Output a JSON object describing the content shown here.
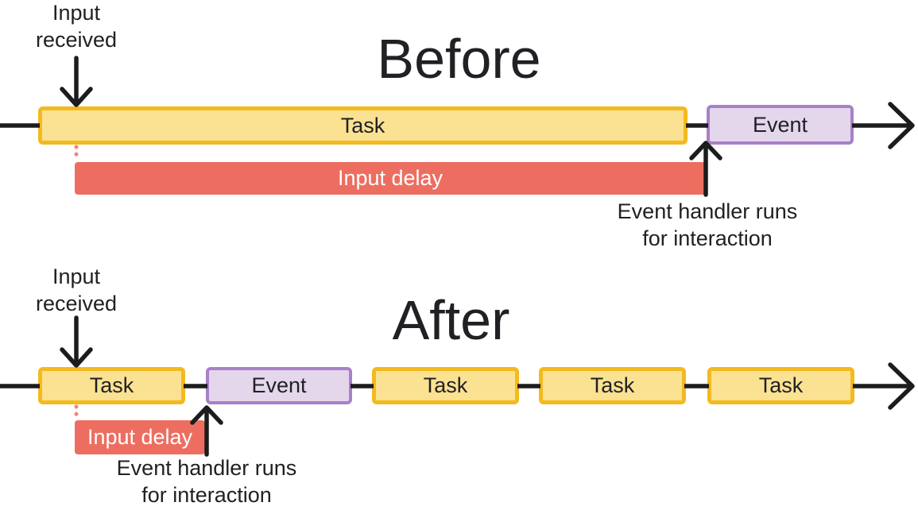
{
  "colors": {
    "background": "#FFFFFF",
    "task_fill": "#FBE192",
    "task_border": "#F3BA1F",
    "event_fill": "#E4D7EC",
    "event_border": "#A980C8",
    "input_delay_fill": "#ED6E61",
    "input_delay_dotted": "#F0857B",
    "line": "#1B1C1E",
    "text": "#202124",
    "input_delay_text": "#FFFFFF"
  },
  "before": {
    "title": "Before",
    "input_received_label": "Input received",
    "task_label": "Task",
    "event_label": "Event",
    "input_delay_label": "Input delay",
    "event_handler_label": "Event handler runs for interaction"
  },
  "after": {
    "title": "After",
    "input_received_label": "Input received",
    "boxes": [
      {
        "type": "task",
        "label": "Task"
      },
      {
        "type": "event",
        "label": "Event"
      },
      {
        "type": "task",
        "label": "Task"
      },
      {
        "type": "task",
        "label": "Task"
      },
      {
        "type": "task",
        "label": "Task"
      }
    ],
    "input_delay_label": "Input delay",
    "event_handler_label": "Event handler runs for interaction"
  }
}
